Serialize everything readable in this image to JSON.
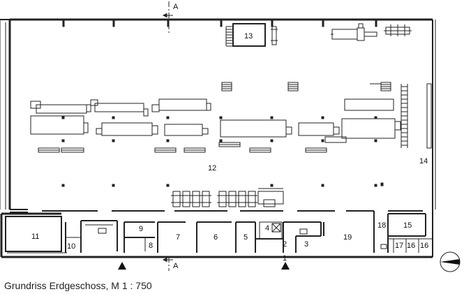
{
  "caption": "Grundriss Erdgeschoss, M 1 : 750",
  "section_marker": "A",
  "entrance_number": "1",
  "rooms": [
    "2",
    "3",
    "4",
    "5",
    "6",
    "7",
    "8",
    "9",
    "10",
    "11",
    "12",
    "13",
    "14",
    "15",
    "16",
    "16",
    "17",
    "18",
    "19"
  ]
}
